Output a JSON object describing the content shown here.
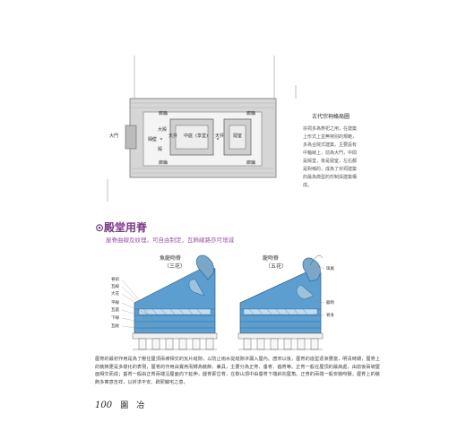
{
  "plan": {
    "gate_label": "大門",
    "labels": [
      "廊廡",
      "廊廡",
      "大殿",
      "殿堂",
      "殿",
      "天井",
      "中庭",
      "(享堂)",
      "天井",
      "寢室",
      "廊廡",
      "廊廡"
    ]
  },
  "caption": {
    "title": "古代宗祠格局圖",
    "body": "宗祠多為祭祀之用，在建築上形式上並無特別的規範，多為合院式建築，主要設有中軸線上，前為大門，中間是殿堂，後是寢室，左右都是對稱的，成為了宗祠建築的最為典型的形制與建築構成。"
  },
  "section": {
    "title": "⊙殿堂用脊",
    "subtitle": "屋脊曲線及紋理，可自由制定，瓦飾線路亦可增減"
  },
  "roofs": {
    "left_title": "魚龍吻脊",
    "left_sub": "（三花）",
    "right_title": "龍吻脊",
    "right_sub": "（五花）",
    "left_parts": [
      "脊剎",
      "瓦線",
      "大花",
      "平線",
      "瓦當",
      "下線",
      "瓦紋"
    ],
    "right_parts": [
      "珠尾",
      "龍吻",
      "脊身"
    ]
  },
  "body_text": "屋脊的最初作用是為了壓住屋頂兩坡相交的瓦片縫隙，以防止雨水從縫隙滲漏入屋內。唐宋以後，屋脊的造型逐漸豐富，明清時期，屋脊上的裝飾更是多樣化的表現，屋脊的作用由實用而轉為裝飾、兼具，主要分為正脊、垂脊、戧脊等。正脊一般在屋頂的最高處，由前後兩坡屋面相交而成；垂脊一般由正脊兩端沿屋面向下延伸，戧脊即岔脊，在歇山頂中由垂脊下端斜向屋角。正脊的兩端一般安裝吻獸，屋脊上的裝飾多寓意吉祥，以祈求平安、辟邪鎮宅之意。",
  "folio": {
    "page": "100",
    "title": "園　冶"
  },
  "colors": {
    "accent": "#7a3a86",
    "roof_blue": "#5b9ecf",
    "plan_fill": "#cfcfcf"
  }
}
